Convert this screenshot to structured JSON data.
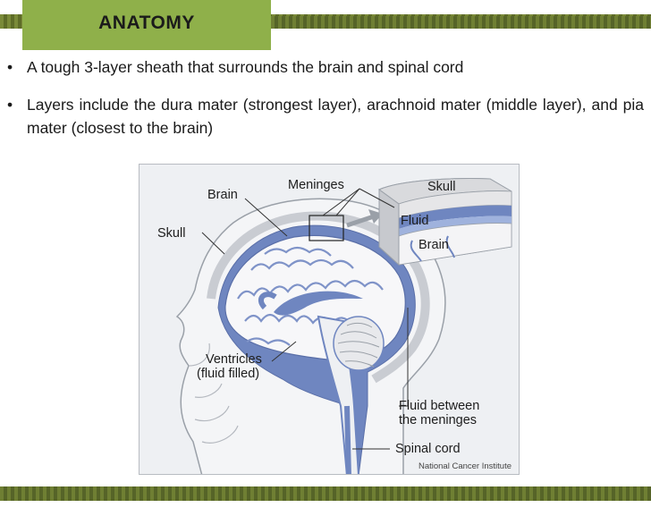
{
  "title": "ANATOMY",
  "bullets": [
    "A tough 3-layer sheath that surrounds the brain and spinal cord",
    "Layers include the dura mater (strongest layer), arachnoid mater (middle layer), and pia mater (closest to the brain)"
  ],
  "bullet_glyph": "•",
  "figure": {
    "labels": {
      "brain": "Brain",
      "meninges": "Meninges",
      "skull": "Skull",
      "inset_skull": "Skull",
      "inset_fluid": "Fluid",
      "inset_brain": "Brain",
      "ventricles_line1": "Ventricles",
      "ventricles_line2": "(fluid filled)",
      "fluid_between_line1": "Fluid between",
      "fluid_between_line2": "the meninges",
      "spinal_cord": "Spinal cord"
    },
    "credit": "National Cancer Institute"
  },
  "colors": {
    "title_bg": "#8fb04a",
    "stripe": "#6f7f33",
    "meninges_blue": "#6f86c0",
    "fluid_blue": "#9fb2dd",
    "brain_fill": "#f7f7f9"
  }
}
